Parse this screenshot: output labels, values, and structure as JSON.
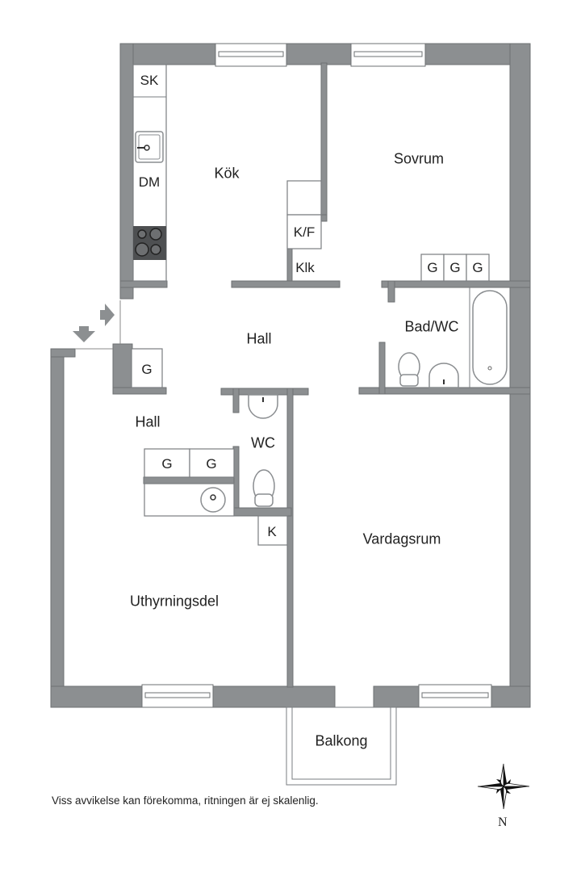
{
  "rooms": {
    "kitchen": "Kök",
    "bedroom": "Sovrum",
    "hall_upper": "Hall",
    "hall_lower": "Hall",
    "bathroom": "Bad/WC",
    "wc": "WC",
    "living_room": "Vardagsrum",
    "rental_unit": "Uthyrningsdel",
    "balcony": "Balkong"
  },
  "fixtures": {
    "sk": "SK",
    "dm": "DM",
    "kf": "K/F",
    "klk": "Klk",
    "k": "K",
    "g1": "G",
    "g2": "G",
    "g3": "G",
    "g4": "G",
    "g5": "G",
    "g6": "G"
  },
  "footer": {
    "disclaimer": "Viss avvikelse kan förekomma, ritningen är ej skalenlig.",
    "north_label": "N"
  },
  "colors": {
    "wall": "#8c8f91",
    "background": "#ffffff",
    "text": "#222222"
  }
}
